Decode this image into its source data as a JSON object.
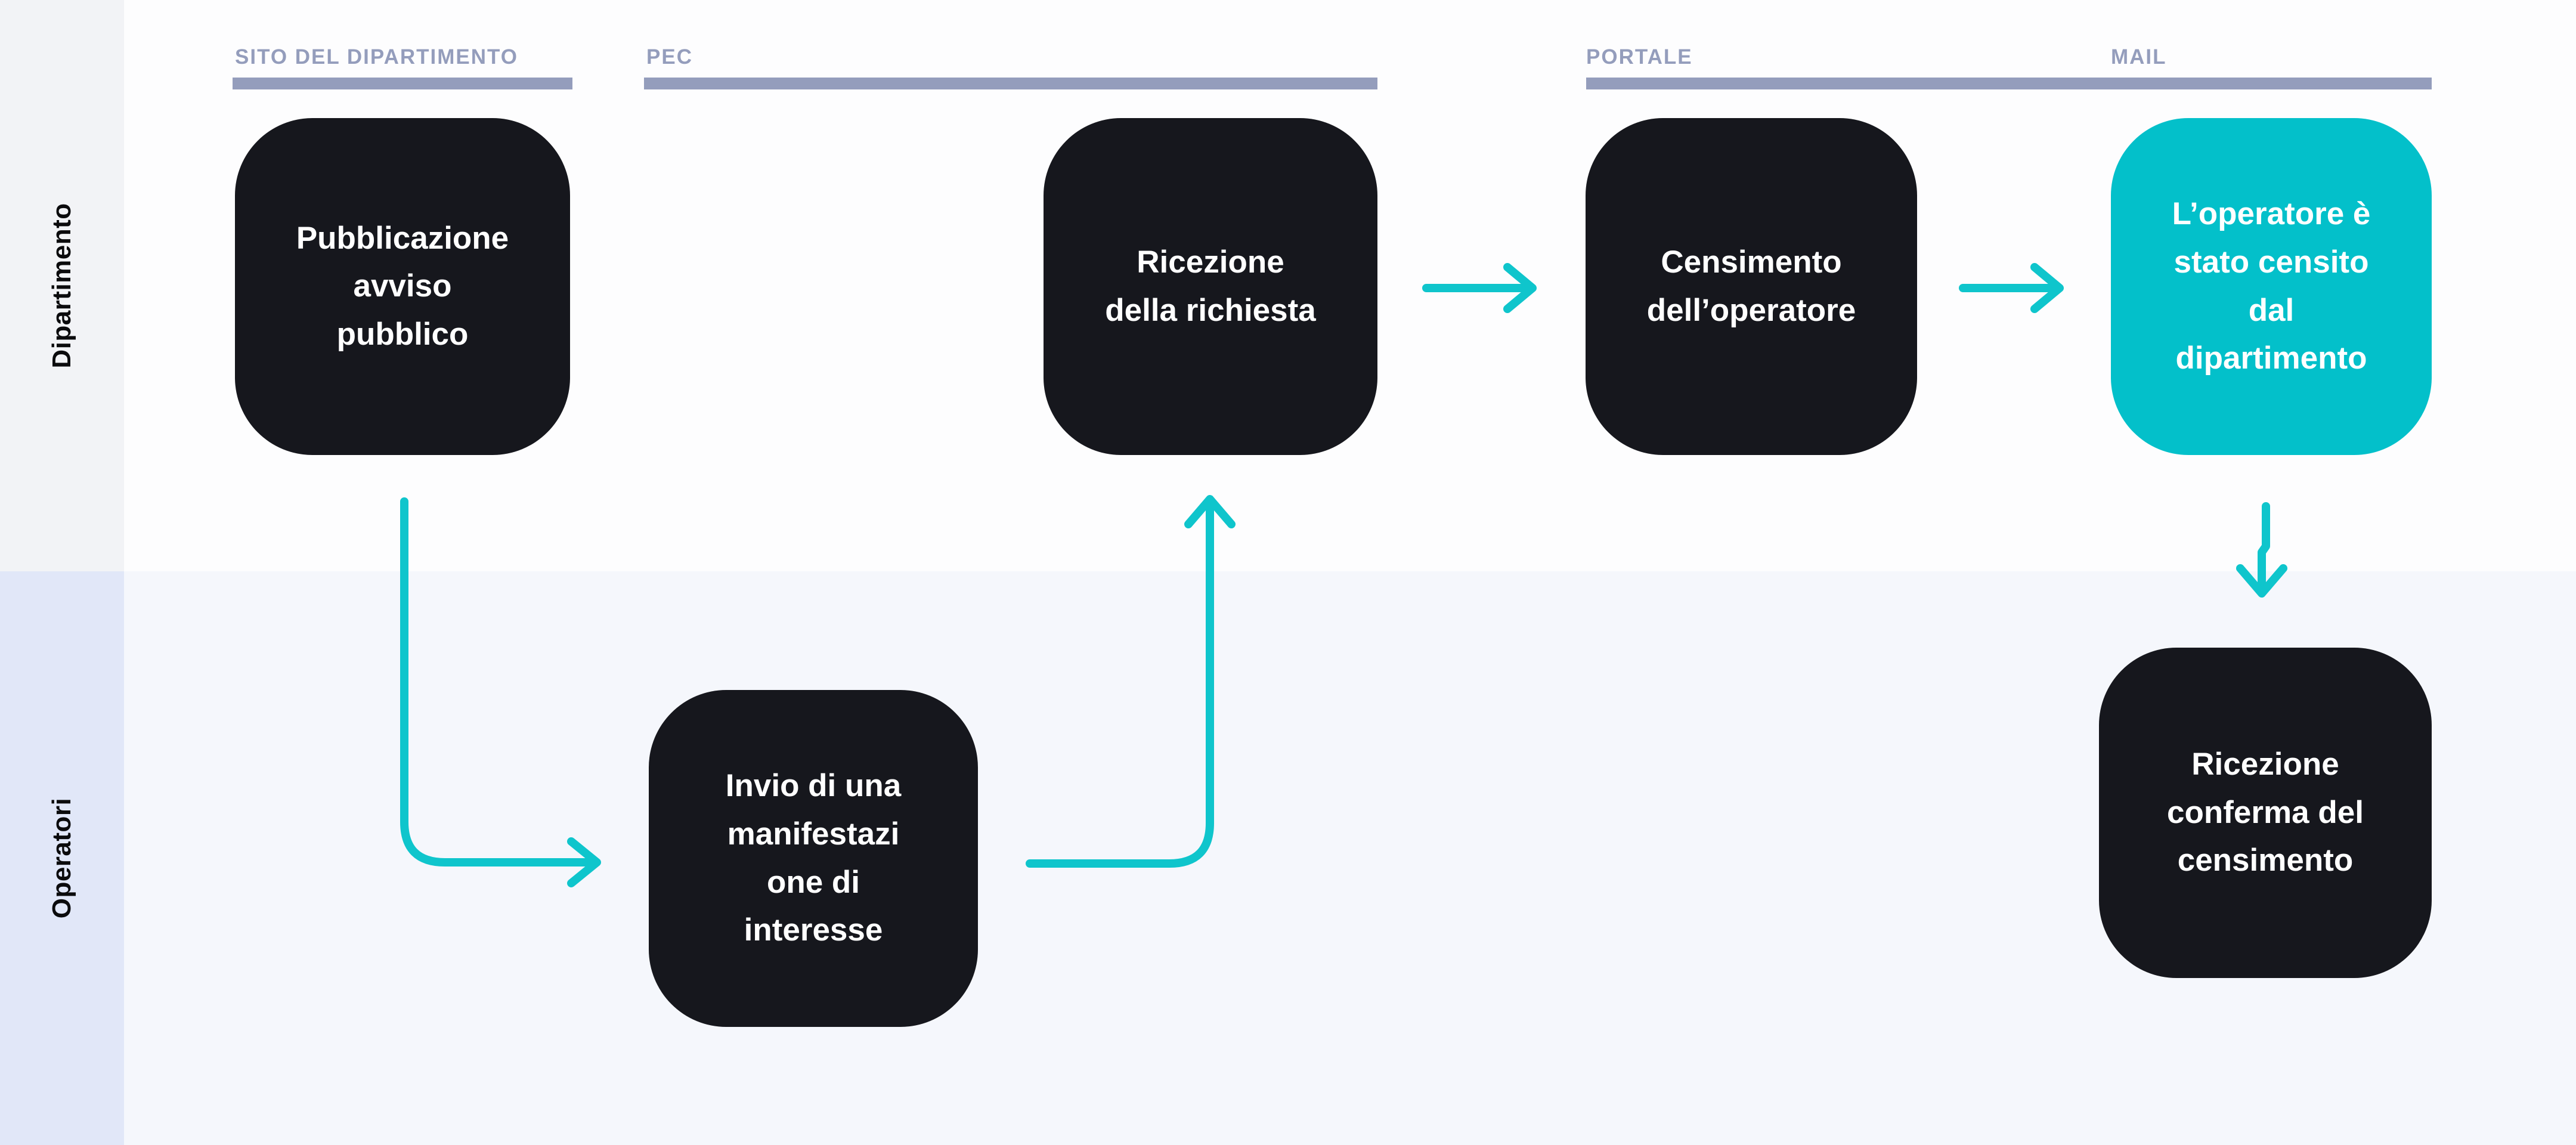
{
  "diagram": {
    "lanes": [
      {
        "label": "Dipartimento"
      },
      {
        "label": "Operatori"
      }
    ],
    "columns": [
      {
        "label": "SITO DEL DIPARTIMENTO"
      },
      {
        "label": "PEC"
      },
      {
        "label": "PORTALE"
      },
      {
        "label": "MAIL"
      }
    ],
    "nodes": [
      {
        "id": "pubblicazione-avviso",
        "label": "Pubblicazione\navviso\npubblico",
        "type": "dark"
      },
      {
        "id": "invio-manifestazione",
        "label": "Invio di una\nmanifestazi\none di\ninteresse",
        "type": "dark"
      },
      {
        "id": "ricezione-richiesta",
        "label": "Ricezione\ndella richiesta",
        "type": "dark"
      },
      {
        "id": "censimento-operatore",
        "label": "Censimento\ndell’operatore",
        "type": "dark"
      },
      {
        "id": "operatore-censito",
        "label": "L’operatore è\nstato censito\ndal\ndipartimento",
        "type": "accent"
      },
      {
        "id": "ricezione-conferma",
        "label": "Ricezione\nconferma del\ncensimento",
        "type": "dark"
      }
    ],
    "colors": {
      "node_dark": "#16171D",
      "node_accent": "#03C0CA",
      "node_text": "#FFFFFF",
      "arrow": "#0FC5CC",
      "column_header": "#949DBC",
      "lane_top_bg": "#FDFDFE",
      "lane_bottom_bg": "#F5F7FC",
      "lane_strip_top": "#F2F3F6",
      "lane_strip_bottom": "#E1E7F8",
      "lane_label": "#0B0B0D"
    }
  }
}
